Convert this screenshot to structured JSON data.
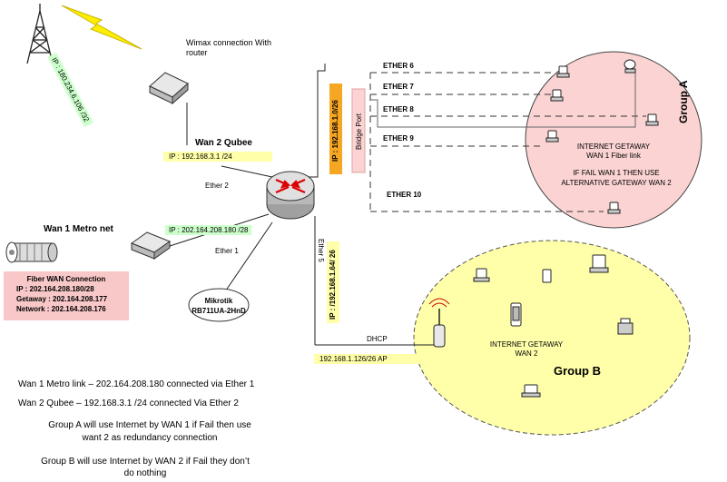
{
  "wimax": {
    "label": "Wimax connection  With\nrouter",
    "ip": "IP : 180.234.6.106 /32"
  },
  "wan2": {
    "title": "Wan 2 Qubee",
    "ip": "IP : 192.168.3.1 /24",
    "port": "Ether 2"
  },
  "wan1": {
    "title": "Wan 1 Metro net",
    "ip": "IP : 202.164.208.180 /28",
    "port": "Ether 1"
  },
  "fiber_box": {
    "title": "Fiber WAN Connection",
    "ip": "IP : 202.164.208.180/28",
    "gateway": "Getaway : 202.164.208.177",
    "network": "Network : 202.164.208.176"
  },
  "router": {
    "label_line1": "Mikrotik",
    "label_line2": "RB711UA-2HnD"
  },
  "bridge": {
    "subnet": "IP : 192.168.1.0/26",
    "port": "Bridge Port"
  },
  "ports": [
    "ETHER 6",
    "ETHER 7",
    "ETHER 8",
    "ETHER 9",
    "ETHER 10"
  ],
  "ether5": {
    "label": "Ether 5",
    "ip": "IP : /192.168.1.64/ 26",
    "dhcp": "DHCP",
    "ap": "192.168.1.126/26 AP"
  },
  "group_a": {
    "title": "Group A",
    "gateway_line1": "INTERNET GETAWAY",
    "gateway_line2": "WAN 1 Fiber link",
    "fail_line1": "IF FAIL  WAN 1 THEN USE",
    "fail_line2": "ALTERNATIVE GATEWAY WAN 2"
  },
  "group_b": {
    "title": "Group B",
    "gateway_line1": "INTERNET GETAWAY",
    "gateway_line2": "WAN 2"
  },
  "notes": {
    "line1": "Wan 1 Metro link – 202.164.208.180 connected via Ether 1",
    "line2": "Wan 2 Qubee – 192.168.3.1 /24  connected Via Ether 2",
    "line3a": "Group A will use Internet by WAN 1 if Fail then use",
    "line3b": "want 2 as redundancy  connection",
    "line4a": "Group B will use Internet by WAN 2 if Fail they don’t",
    "line4b": "do nothing"
  },
  "colors": {
    "group_a_fill": "#fbd3d3",
    "group_b_fill": "#ffffaa",
    "green_highlight": "#ccffcc",
    "yellow_highlight": "#ffffaa",
    "orange_bar": "#f5a623",
    "fiber_box": "#f8c8c8"
  }
}
